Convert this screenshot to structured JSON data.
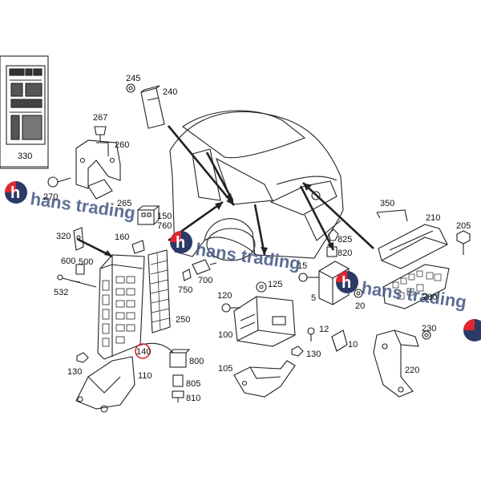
{
  "diagram": {
    "background": "#ffffff",
    "line_color": "#222222",
    "highlight_color": "#e0262f",
    "watermark_color": "#3b4f7e",
    "part_numbers": {
      "p245": "245",
      "p240": "240",
      "p330": "330",
      "p267": "267",
      "p260": "260",
      "p270": "270",
      "p265": "265",
      "p150": "150",
      "p760": "760",
      "p160": "160",
      "p320": "320",
      "p600": "600",
      "p500": "500",
      "p532": "532",
      "p700": "700",
      "p750": "750",
      "p250": "250",
      "p140": "140",
      "p130a": "130",
      "p110": "110",
      "p800": "800",
      "p805": "805",
      "p810": "810",
      "p350": "350",
      "p210": "210",
      "p205": "205",
      "p825": "825",
      "p820": "820",
      "p15": "15",
      "p125": "125",
      "p120": "120",
      "p5": "5",
      "p20": "20",
      "p200": "200",
      "p100": "100",
      "p12": "12",
      "p10": "10",
      "p130b": "130",
      "p230": "230",
      "p105": "105",
      "p220": "220"
    },
    "highlighted_part": "140",
    "watermark": {
      "text": "hans trading",
      "logo_letter": "h"
    }
  }
}
